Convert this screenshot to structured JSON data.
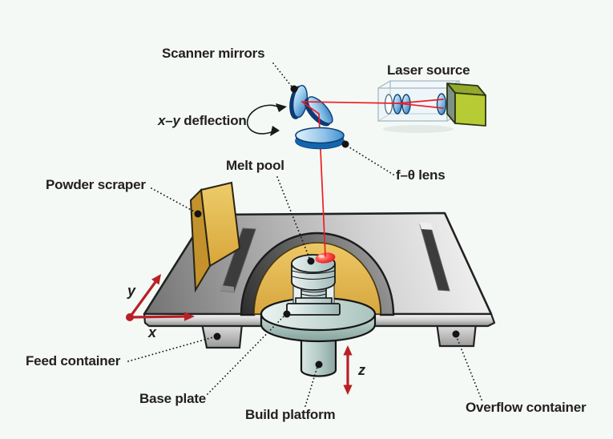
{
  "figure": {
    "title_labels": {
      "scanner_mirrors": "Scanner mirrors",
      "laser_source": "Laser source",
      "xy_deflection_italic": "x–y",
      "xy_deflection_rest": " deflection",
      "melt_pool": "Melt pool",
      "f_theta_lens": "f–θ lens",
      "powder_scraper": "Powder scraper",
      "feed_container": "Feed container",
      "base_plate": "Base plate",
      "build_platform": "Build platform",
      "overflow_container": "Overflow container"
    },
    "axes": {
      "x": "x",
      "y": "y",
      "z": "z"
    },
    "colors": {
      "background": "#f4f9f5",
      "label_text": "#231f20",
      "laser_beam_red": "#ee1c25",
      "axis_arrow_red": "#b92025",
      "powder_gold": "#e3bc57",
      "mirror_blue": "#2272b8",
      "laser_cube_green": "#b7cb35",
      "base_plate_teal": "#b7cdc7",
      "platform_gray": "#a8a8a8"
    }
  }
}
